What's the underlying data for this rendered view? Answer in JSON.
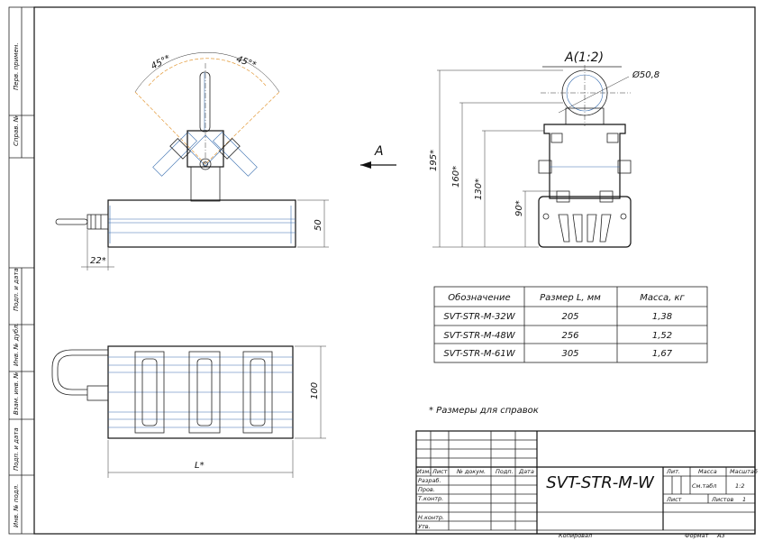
{
  "side_labels": [
    "Перв. примен.",
    "Справ. №",
    "Подп. и дата",
    "Инв. № дубл.",
    "Взам. инв. №",
    "Подп. и дата",
    "Инв. № подл."
  ],
  "dims": {
    "angle_left": "45°*",
    "angle_right": "45°*",
    "height_50": "50",
    "offset_22": "22*",
    "width_100": "100",
    "length_L": "L*",
    "h195": "195*",
    "h160": "160*",
    "h130": "130*",
    "h90": "90*",
    "diameter": "Ø50,8"
  },
  "view_arrow_label": "A",
  "view_title": "A(1:2)",
  "table": {
    "headers": [
      "Обозначение",
      "Размер L, мм",
      "Масса, кг"
    ],
    "rows": [
      [
        "SVT-STR-M-32W",
        "205",
        "1,38"
      ],
      [
        "SVT-STR-M-48W",
        "256",
        "1,52"
      ],
      [
        "SVT-STR-M-61W",
        "305",
        "1,67"
      ]
    ]
  },
  "note": "* Размеры для справок",
  "title_block": {
    "designation": "SVT-STR-M-W",
    "col_headers": [
      "Изм.",
      "Лист",
      "№ докум.",
      "Подп.",
      "Дата"
    ],
    "roles": [
      "Разраб.",
      "Пров.",
      "Т.контр.",
      "Н.контр.",
      "Утв."
    ],
    "lit": "Лит.",
    "mass": "Масса",
    "scale_header": "Масштаб",
    "mass_value": "См.табл",
    "scale_value": "1:2",
    "sheet": "Лист",
    "sheets": "Листов",
    "sheets_value": "1",
    "copied": "Копировал",
    "format": "Формат",
    "format_value": "А3"
  }
}
